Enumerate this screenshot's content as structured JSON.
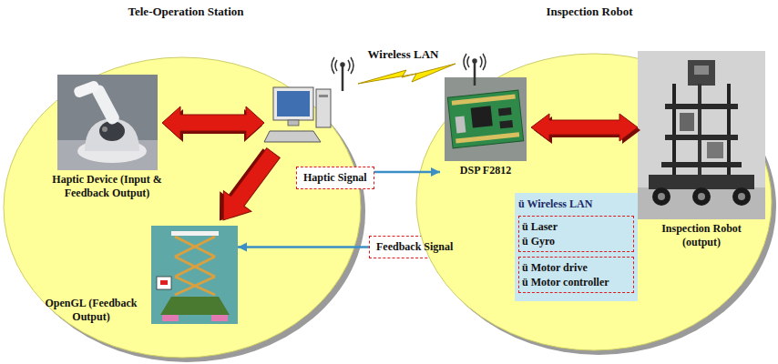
{
  "diagram": {
    "nodes": [
      {
        "text": [
          "Tele-Operation Station"
        ]
      },
      {
        "text": [
          "Haptic Device (Input & Feedback Output)"
        ],
        "in": 0
      },
      {
        "text": [
          "Haptic Signal"
        ],
        "in": 0
      },
      {
        "text": [
          "OpenGL (Feedback Output)"
        ],
        "in": 0
      },
      {
        "text": [
          "Feedback Signal"
        ]
      },
      {
        "text": [
          "Inspection Robot"
        ]
      },
      {
        "text": [
          "DSP F2812"
        ],
        "in": 5
      },
      {
        "text": [
          "ü Wireless LAN"
        ],
        "in": 5
      },
      {
        "text": [
          "ü Laser",
          "ü Gyro"
        ],
        "in": 7
      },
      {
        "text": [
          "ü Motor drive",
          "ü Motor controller"
        ],
        "in": 7
      },
      {
        "text": [
          "Inspection Robot (output)"
        ],
        "in": 5
      }
    ],
    "edges": [
      {
        "from": 2,
        "to": 6,
        "arrow": "to"
      },
      {
        "from": 4,
        "to": 3,
        "arrow": "to"
      },
      {
        "from": 6,
        "to": 10,
        "arrow": "both"
      }
    ],
    "labels": [
      "Wireless LAN"
    ]
  }
}
